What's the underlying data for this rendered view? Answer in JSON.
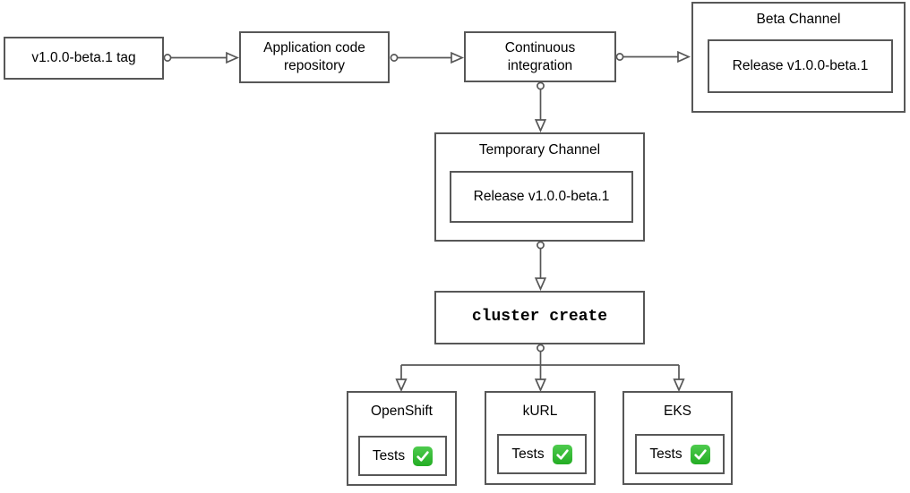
{
  "colors": {
    "stroke": "#575757",
    "check_green": "#2bb32b",
    "background": "#ffffff",
    "text": "#000000"
  },
  "nodes": {
    "tag": {
      "label": "v1.0.0-beta.1 tag"
    },
    "repo": {
      "label": "Application code repository"
    },
    "ci": {
      "label": "Continuous integration"
    },
    "beta_channel": {
      "title": "Beta Channel",
      "release_label": "Release v1.0.0-beta.1"
    },
    "temporary_channel": {
      "title": "Temporary Channel",
      "release_label": "Release v1.0.0-beta.1"
    },
    "cluster_create": {
      "label": "cluster create"
    },
    "clusters": [
      {
        "title": "OpenShift",
        "tests_label": "Tests",
        "status_icon": "check-mark"
      },
      {
        "title": "kURL",
        "tests_label": "Tests",
        "status_icon": "check-mark"
      },
      {
        "title": "EKS",
        "tests_label": "Tests",
        "status_icon": "check-mark"
      }
    ]
  }
}
